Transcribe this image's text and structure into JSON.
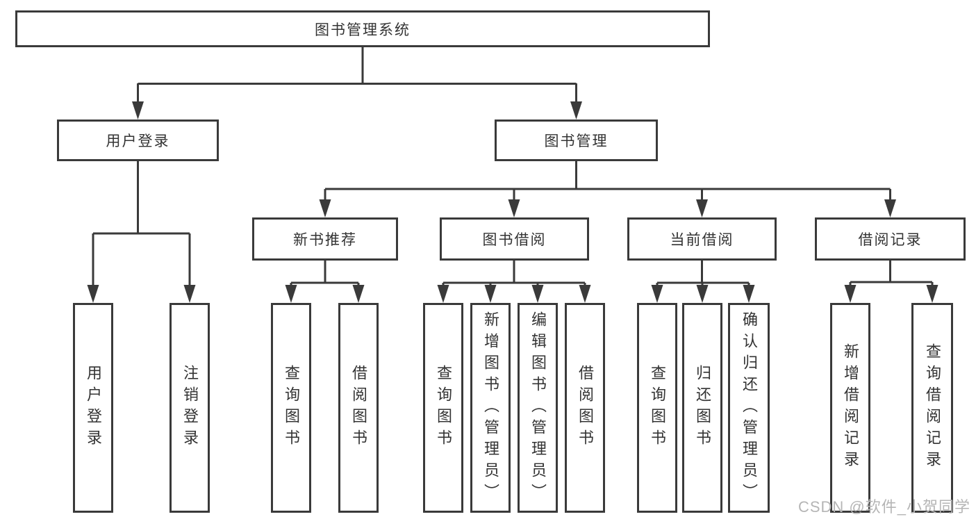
{
  "diagram": {
    "tree": {
      "label": "图书管理系统",
      "children": [
        {
          "label": "用户登录",
          "children": [
            {
              "label": "用户登录"
            },
            {
              "label": "注销登录"
            }
          ]
        },
        {
          "label": "图书管理",
          "children": [
            {
              "label": "新书推荐",
              "children": [
                {
                  "label": "查询图书"
                },
                {
                  "label": "借阅图书"
                }
              ]
            },
            {
              "label": "图书借阅",
              "children": [
                {
                  "label": "查询图书"
                },
                {
                  "label": "新增图书（管理员）"
                },
                {
                  "label": "编辑图书（管理员）"
                },
                {
                  "label": "借阅图书"
                }
              ]
            },
            {
              "label": "当前借阅",
              "children": [
                {
                  "label": "查询图书"
                },
                {
                  "label": "归还图书"
                },
                {
                  "label": "确认归还（管理员）"
                }
              ]
            },
            {
              "label": "借阅记录",
              "children": [
                {
                  "label": "新增借阅记录"
                },
                {
                  "label": "查询借阅记录"
                }
              ]
            }
          ]
        }
      ]
    },
    "colors": {
      "line": "#3a3a3a",
      "text": "#333333",
      "box_background": "#ffffff",
      "watermark": "#b5b5b5",
      "background": "#ffffff"
    }
  },
  "watermark": "CSDN @软件_小贺同学"
}
